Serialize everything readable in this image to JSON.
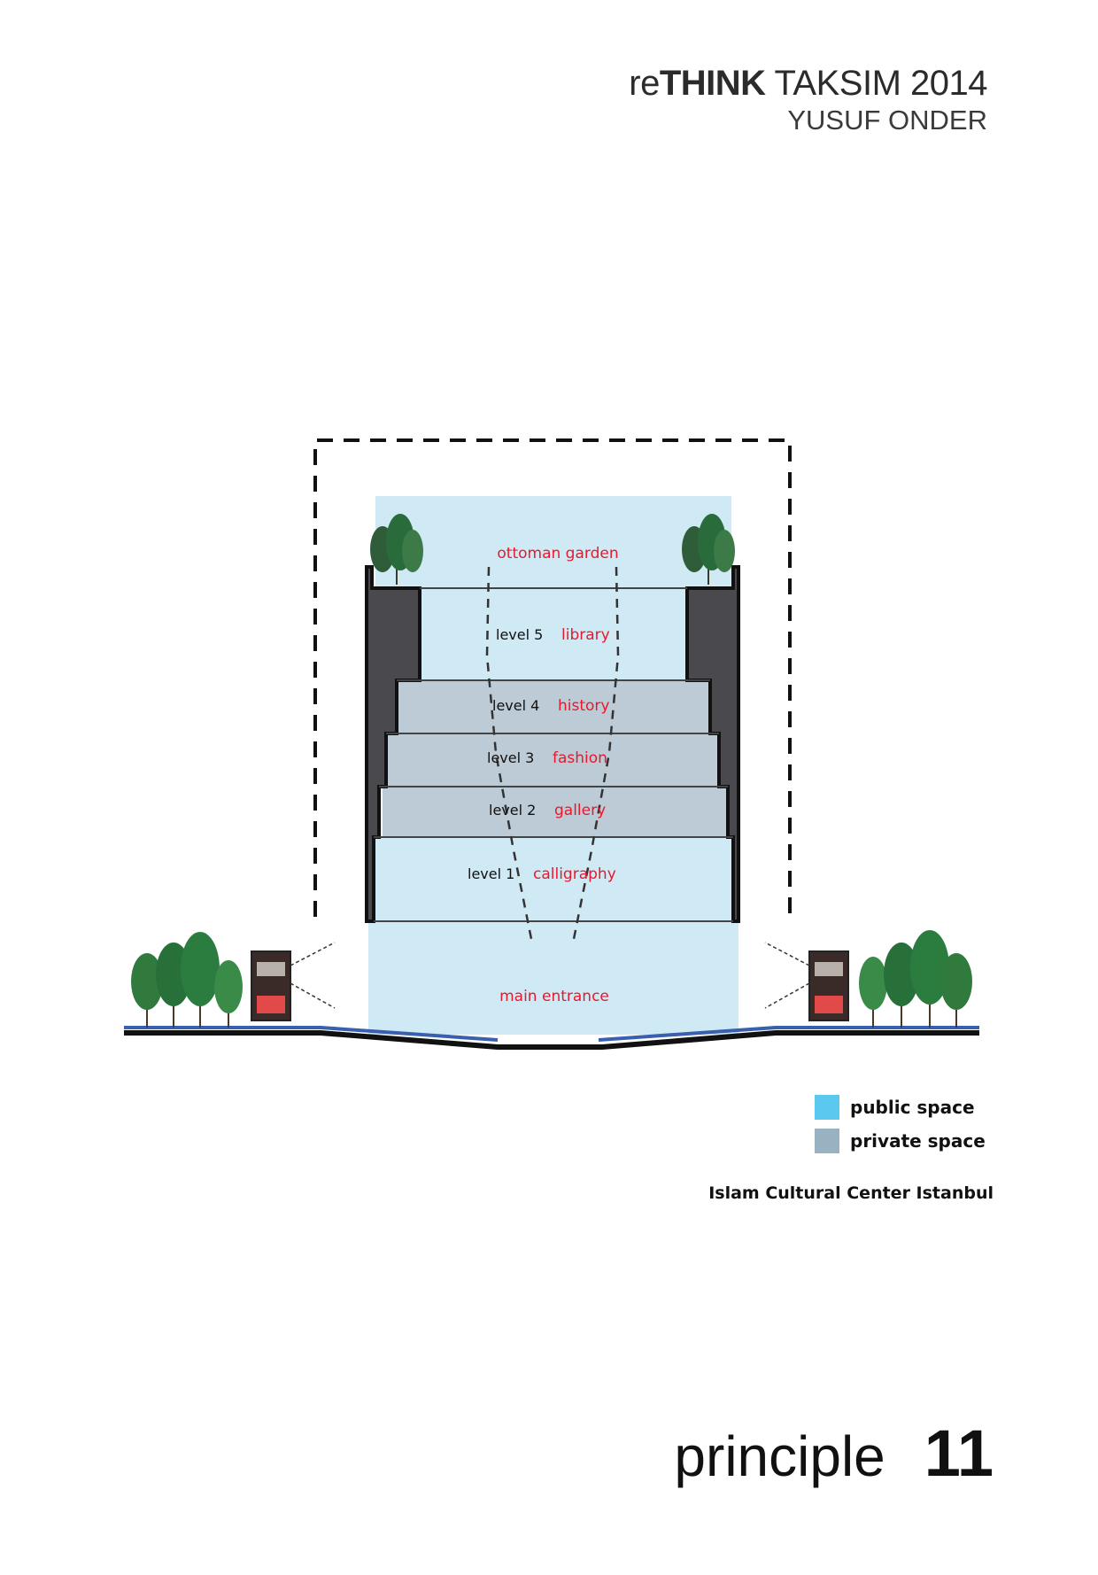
{
  "header": {
    "title_prefix": "re",
    "title_bold": "THINK",
    "title_suffix": " TAKSIM 2014",
    "author": "YUSUF ONDER"
  },
  "diagram": {
    "zones": {
      "garden": "ottoman garden",
      "entrance": "main entrance"
    },
    "levels": [
      {
        "level": "level 5",
        "program": "library"
      },
      {
        "level": "level 4",
        "program": "history"
      },
      {
        "level": "level 3",
        "program": "fashion"
      },
      {
        "level": "level 2",
        "program": "gallery"
      },
      {
        "level": "level 1",
        "program": "calligraphy"
      }
    ],
    "colors": {
      "public": "#cfe9f5",
      "private": "#bccbd6",
      "wall": "#4a4a4e",
      "label": "#e8192c",
      "ground_blue": "#3a5fae"
    }
  },
  "legend": {
    "items": [
      {
        "label": "public space",
        "color": "#5bc8ef"
      },
      {
        "label": "private space",
        "color": "#99b2c2"
      }
    ]
  },
  "caption": "Islam Cultural Center Istanbul",
  "footer": {
    "word": "principle",
    "number": "11"
  }
}
